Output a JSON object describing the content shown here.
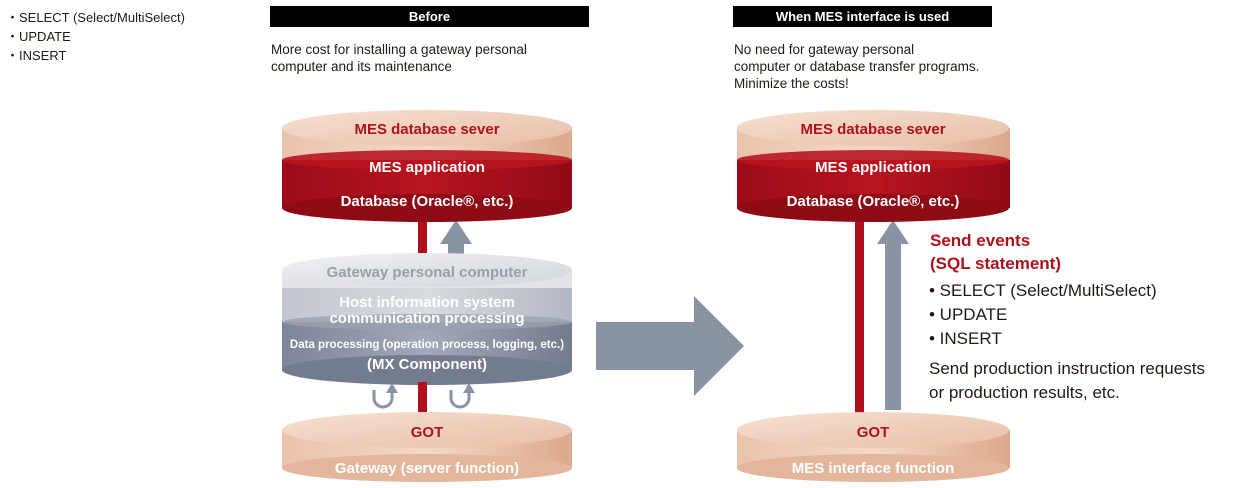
{
  "side_list": [
    "・SELECT (Select/MultiSelect)",
    "・UPDATE",
    "・INSERT"
  ],
  "before": {
    "header": "Before",
    "description_lines": [
      "More cost for installing a gateway personal",
      "computer and its maintenance"
    ],
    "server": {
      "title": "MES database sever",
      "app": "MES application",
      "db": "Database (Oracle®, etc.)"
    },
    "gateway": {
      "title": "Gateway personal computer",
      "host_lines": [
        "Host information system",
        "communication processing"
      ],
      "data_processing": "Data processing (operation process, logging, etc.)",
      "component": "(MX Component)"
    },
    "got": {
      "title": "GOT",
      "function": "Gateway (server function)"
    }
  },
  "after": {
    "header": "When MES interface is used",
    "description_lines": [
      "No need for gateway personal",
      "computer or database transfer programs.",
      "Minimize the costs!"
    ],
    "server": {
      "title": "MES database sever",
      "app": "MES application",
      "db": "Database (Oracle®, etc.)"
    },
    "send_events_lines": [
      "Send events",
      "(SQL statement)"
    ],
    "statements": [
      "• SELECT (Select/MultiSelect)",
      "• UPDATE",
      "• INSERT"
    ],
    "requests_lines": [
      "Send production instruction requests",
      "or production results, etc."
    ],
    "got": {
      "title": "GOT",
      "function": "MES interface function"
    }
  },
  "colors": {
    "red": "#b0101e",
    "peach": "#f0cdb8",
    "peach_dark": "#d9a78a",
    "gray_arrow": "#8a93a3",
    "gateway_top": "#e6e7ea",
    "gateway_mid": "#c9ccd3",
    "gateway_bottom": "#8d95a6"
  }
}
